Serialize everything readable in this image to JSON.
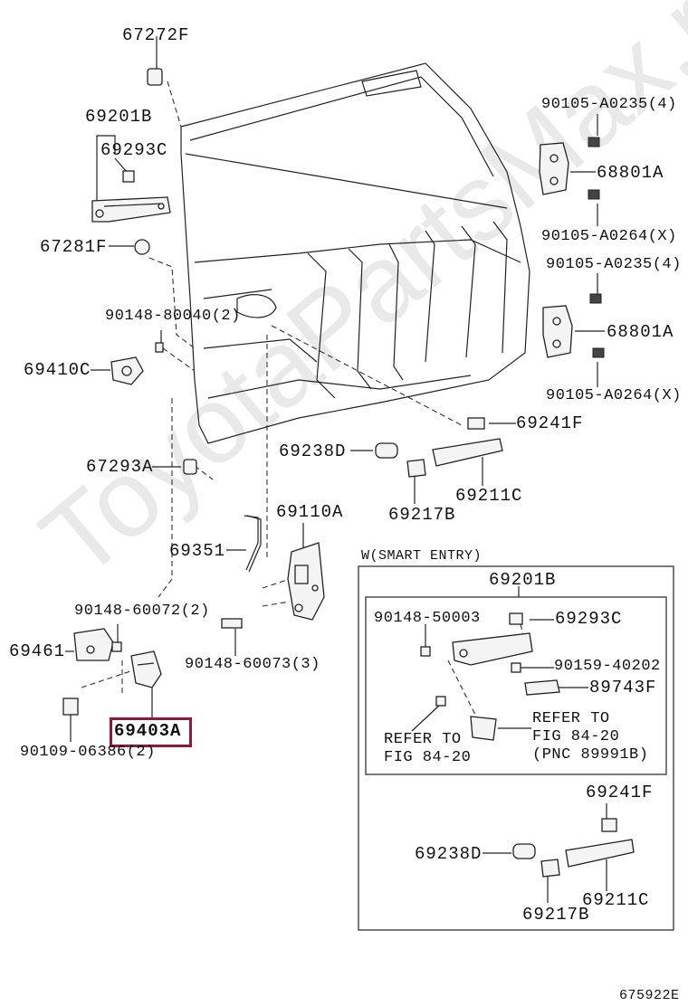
{
  "watermark": "ToyotaPartsMax.ru",
  "figure_id": "675922E",
  "highlight_color": "#8b1a3b",
  "smart_entry_title": "W(SMART ENTRY)",
  "labels": {
    "p67272F": "67272F",
    "p69201B": "69201B",
    "p69293C": "69293C",
    "p67281F": "67281F",
    "p90148_80040": "90148-80040(2)",
    "p69410C": "69410C",
    "p67293A": "67293A",
    "p69351": "69351",
    "p69110A": "69110A",
    "p90148_60072": "90148-60072(2)",
    "p69461": "69461",
    "p90148_60073": "90148-60073(3)",
    "p69403A": "69403A",
    "p90109_06386": "90109-06386(2)",
    "p90105_A0235_a": "90105-A0235(4)",
    "p68801A_a": "68801A",
    "p90105_A0264_a": "90105-A0264(X)",
    "p90105_A0235_b": "90105-A0235(4)",
    "p68801A_b": "68801A",
    "p90105_A0264_b": "90105-A0264(X)",
    "p69241F": "69241F",
    "p69238D": "69238D",
    "p69217B": "69217B",
    "p69211C": "69211C",
    "se_69201B": "69201B",
    "se_90148_50003": "90148-50003",
    "se_69293C": "69293C",
    "se_90159_40202": "90159-40202",
    "se_89743F": "89743F",
    "se_refer1_a": "REFER TO",
    "se_refer1_b": "FIG 84-20",
    "se_refer2_a": "REFER TO",
    "se_refer2_b": "FIG 84-20",
    "se_refer2_c": "(PNC 89991B)",
    "se_69241F": "69241F",
    "se_69238D": "69238D",
    "se_69211C": "69211C",
    "se_69217B": "69217B"
  }
}
